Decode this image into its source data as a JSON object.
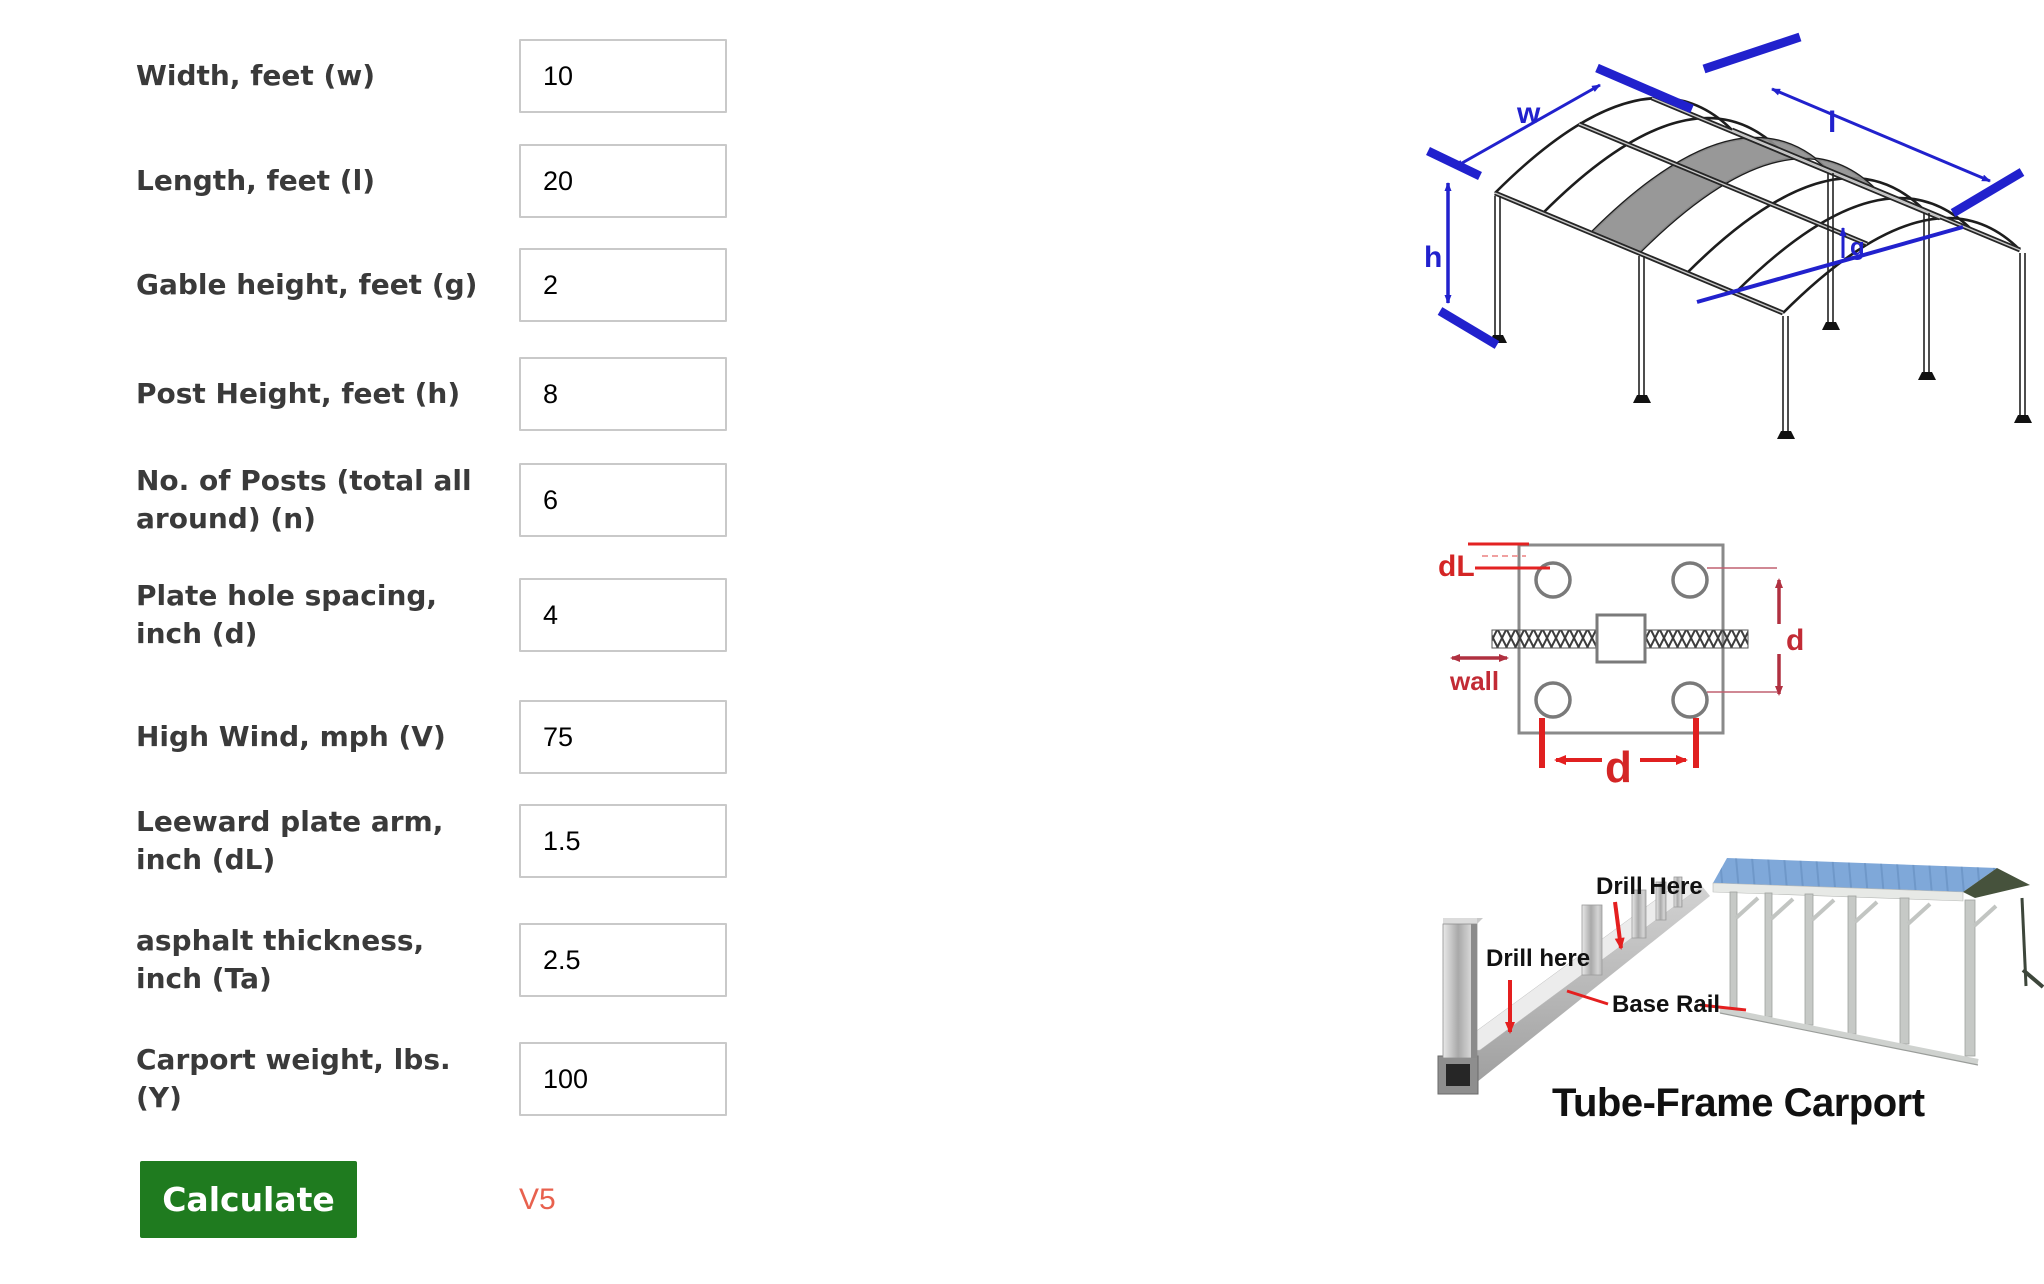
{
  "form": {
    "rows": [
      {
        "line1": "Width, feet (w)",
        "line2": "",
        "value": "10"
      },
      {
        "line1": "Length, feet (l)",
        "line2": "",
        "value": "20"
      },
      {
        "line1": "Gable height, feet (g)",
        "line2": "",
        "value": "2"
      },
      {
        "line1": "Post Height, feet (h)",
        "line2": "",
        "value": "8"
      },
      {
        "line1": "No. of Posts (total all",
        "line2": "around) (n)",
        "value": "6"
      },
      {
        "line1": "Plate hole spacing,",
        "line2": "inch (d)",
        "value": "4"
      },
      {
        "line1": "High Wind, mph (V)",
        "line2": "",
        "value": "75"
      },
      {
        "line1": "Leeward plate arm,",
        "line2": "inch (dL)",
        "value": "1.5"
      },
      {
        "line1": "asphalt thickness,",
        "line2": "inch (Ta)",
        "value": "2.5"
      },
      {
        "line1": "Carport weight, lbs.",
        "line2": "(Y)",
        "value": "100"
      }
    ],
    "calculate_label": "Calculate",
    "version_label": "V5"
  },
  "figures": {
    "carport_dimensions": {
      "w": "w",
      "l": "l",
      "h": "h",
      "g": "g"
    },
    "base_plate": {
      "dl": "dL",
      "wall": "wall",
      "d_right": "d",
      "d_bottom": "d"
    },
    "tube_frame": {
      "drill_here_lower": "Drill here",
      "drill_here_upper": "Drill Here",
      "base_rail": "Base Rail",
      "caption": "Tube-Frame Carport"
    }
  },
  "colors": {
    "button_green": "#1f7b1f",
    "version_red": "#e8614e",
    "dimension_blue": "#2121cd",
    "annotation_red": "#e41f1f",
    "roof_blue": "#7fa8d9"
  }
}
